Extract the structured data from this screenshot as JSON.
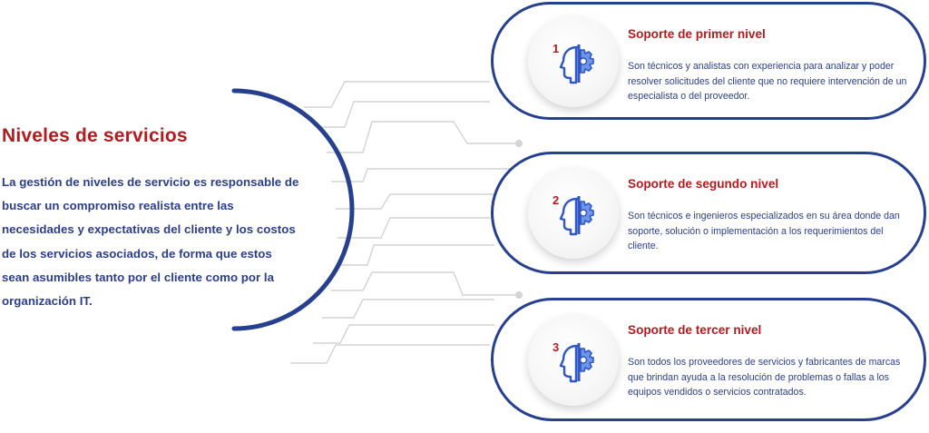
{
  "heading": {
    "title": "Niveles de servicios",
    "description": "La gestión de niveles de servicio es responsable de buscar un compromiso realista entre las necesidades y expectativas del cliente y los costos de los servicios asociados, de forma que estos sean asumibles tanto por el cliente como por la organización IT."
  },
  "levels": [
    {
      "number": "1",
      "title": "Soporte de primer nivel",
      "text": "Son técnicos y analistas con experiencia para analizar y poder resolver solicitudes del cliente que no requiere intervención de un especialista o del proveedor."
    },
    {
      "number": "2",
      "title": "Soporte de segundo nivel",
      "text": "Son técnicos e ingenieros especializados en su área donde dan soporte, solución o implementación a los requerimientos del cliente."
    },
    {
      "number": "3",
      "title": "Soporte de tercer nivel",
      "text": "Son todos los proveedores de servicios y fabricantes de marcas que brindan ayuda a la resolución de problemas o fallas a los equipos vendidos o servicios contratados."
    }
  ],
  "colors": {
    "accent_red": "#b31b1f",
    "primary_blue": "#26408f",
    "icon_blue": "#2f57c8",
    "icon_light_blue": "#6f95e6",
    "connector_gray": "#d4d4d4"
  },
  "icon": "head-gear-icon"
}
